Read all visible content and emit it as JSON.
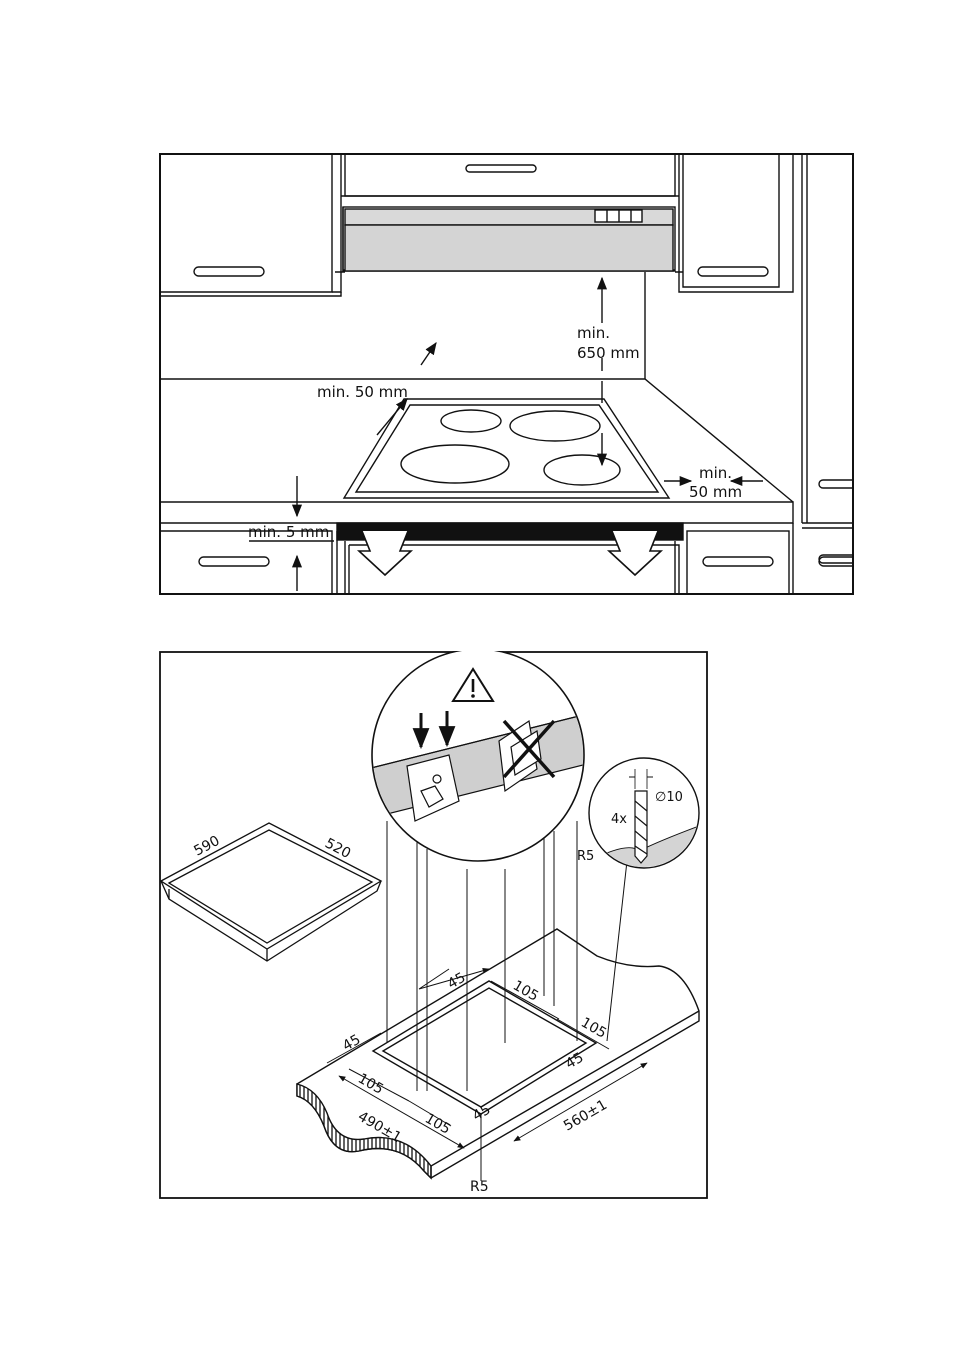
{
  "figure1": {
    "labels": {
      "hood_clearance_line1": "min.",
      "hood_clearance_line2": "650 mm",
      "back_clearance": "min. 50 mm",
      "side_clearance_line1": "min.",
      "side_clearance_line2": "50 mm",
      "below_clearance": "min. 5 mm"
    }
  },
  "figure2": {
    "labels": {
      "hob_width": "590",
      "hob_depth": "520",
      "drill_diameter": "∅10",
      "drill_count": "4x",
      "radius_detail": "R5",
      "cut_45_top": "45",
      "cut_105_top": "105",
      "cut_105_right": "105",
      "cut_45_left": "45",
      "cut_45_right": "45",
      "cut_105_left": "105",
      "cut_105_bottom": "105",
      "cut_45_bottom": "45",
      "cutout_depth": "490±1",
      "cutout_width": "560±1",
      "radius_bottom": "R5"
    }
  }
}
